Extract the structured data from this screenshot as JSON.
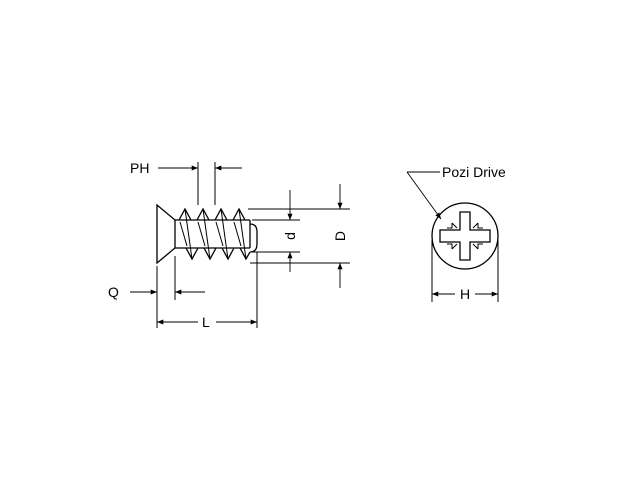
{
  "labels": {
    "pitch": "PH",
    "head_height": "Q",
    "length": "L",
    "inner_diameter": "d",
    "outer_diameter": "D",
    "head_diameter": "H",
    "drive": "Pozi Drive"
  },
  "colors": {
    "line": "#000000",
    "background": "#ffffff"
  }
}
